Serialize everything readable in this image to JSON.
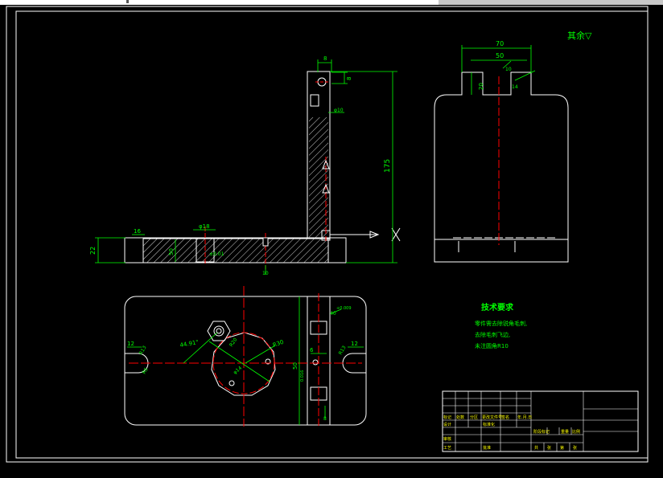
{
  "colors": {
    "background": "#000000",
    "outline": "#ffffff",
    "dimension": "#00ff00",
    "centerline": "#ff0000",
    "hatch": "#ffffff",
    "title_text": "#00ff00",
    "table_text": "#ffff00"
  },
  "dimensions": {
    "front_top_8": "8",
    "front_side_8": "8",
    "front_height_175": "175",
    "front_hole_10": "φ10",
    "front_base_22": "22",
    "front_base_16": "16",
    "front_base_50": "50",
    "front_hole_18": "φ18",
    "front_tol": "±0.01",
    "front_bottom_10": "10",
    "side_width_70": "70",
    "side_width_50": "50",
    "side_20": "20",
    "side_r10": "10",
    "side_14": "14",
    "top_angle": "44.91°",
    "top_r30": "R30",
    "top_r13": "R13",
    "top_r13_right": "R13",
    "top_r5": "R5",
    "top_r20": "R20",
    "top_12_left": "12",
    "top_12_right": "12",
    "top_50": "50",
    "top_6": "6",
    "top_40": "40",
    "top_tol_009": "+0.009",
    "top_tol_016": "0.016",
    "top_8": "8",
    "top_phi": "φ14"
  },
  "surface_mark": "其余▽",
  "tech": {
    "title": "技术要求",
    "line1": "零件需去除锐角毛刺,",
    "line2": "去除毛刺飞边,",
    "line3": "未注圆角R10"
  },
  "titleblock": {
    "r1": [
      "标记",
      "处数",
      "分区",
      "更改文件号",
      "签名",
      "年.月.日"
    ],
    "r2": [
      "设计",
      "",
      "标准化"
    ],
    "r3": [
      "审核"
    ],
    "r4": [
      "工艺",
      "",
      "批准"
    ],
    "stage": "阶段标记",
    "weight": "重量",
    "ratio": "比例",
    "sheet": [
      "共",
      "张",
      "第",
      "张"
    ]
  }
}
